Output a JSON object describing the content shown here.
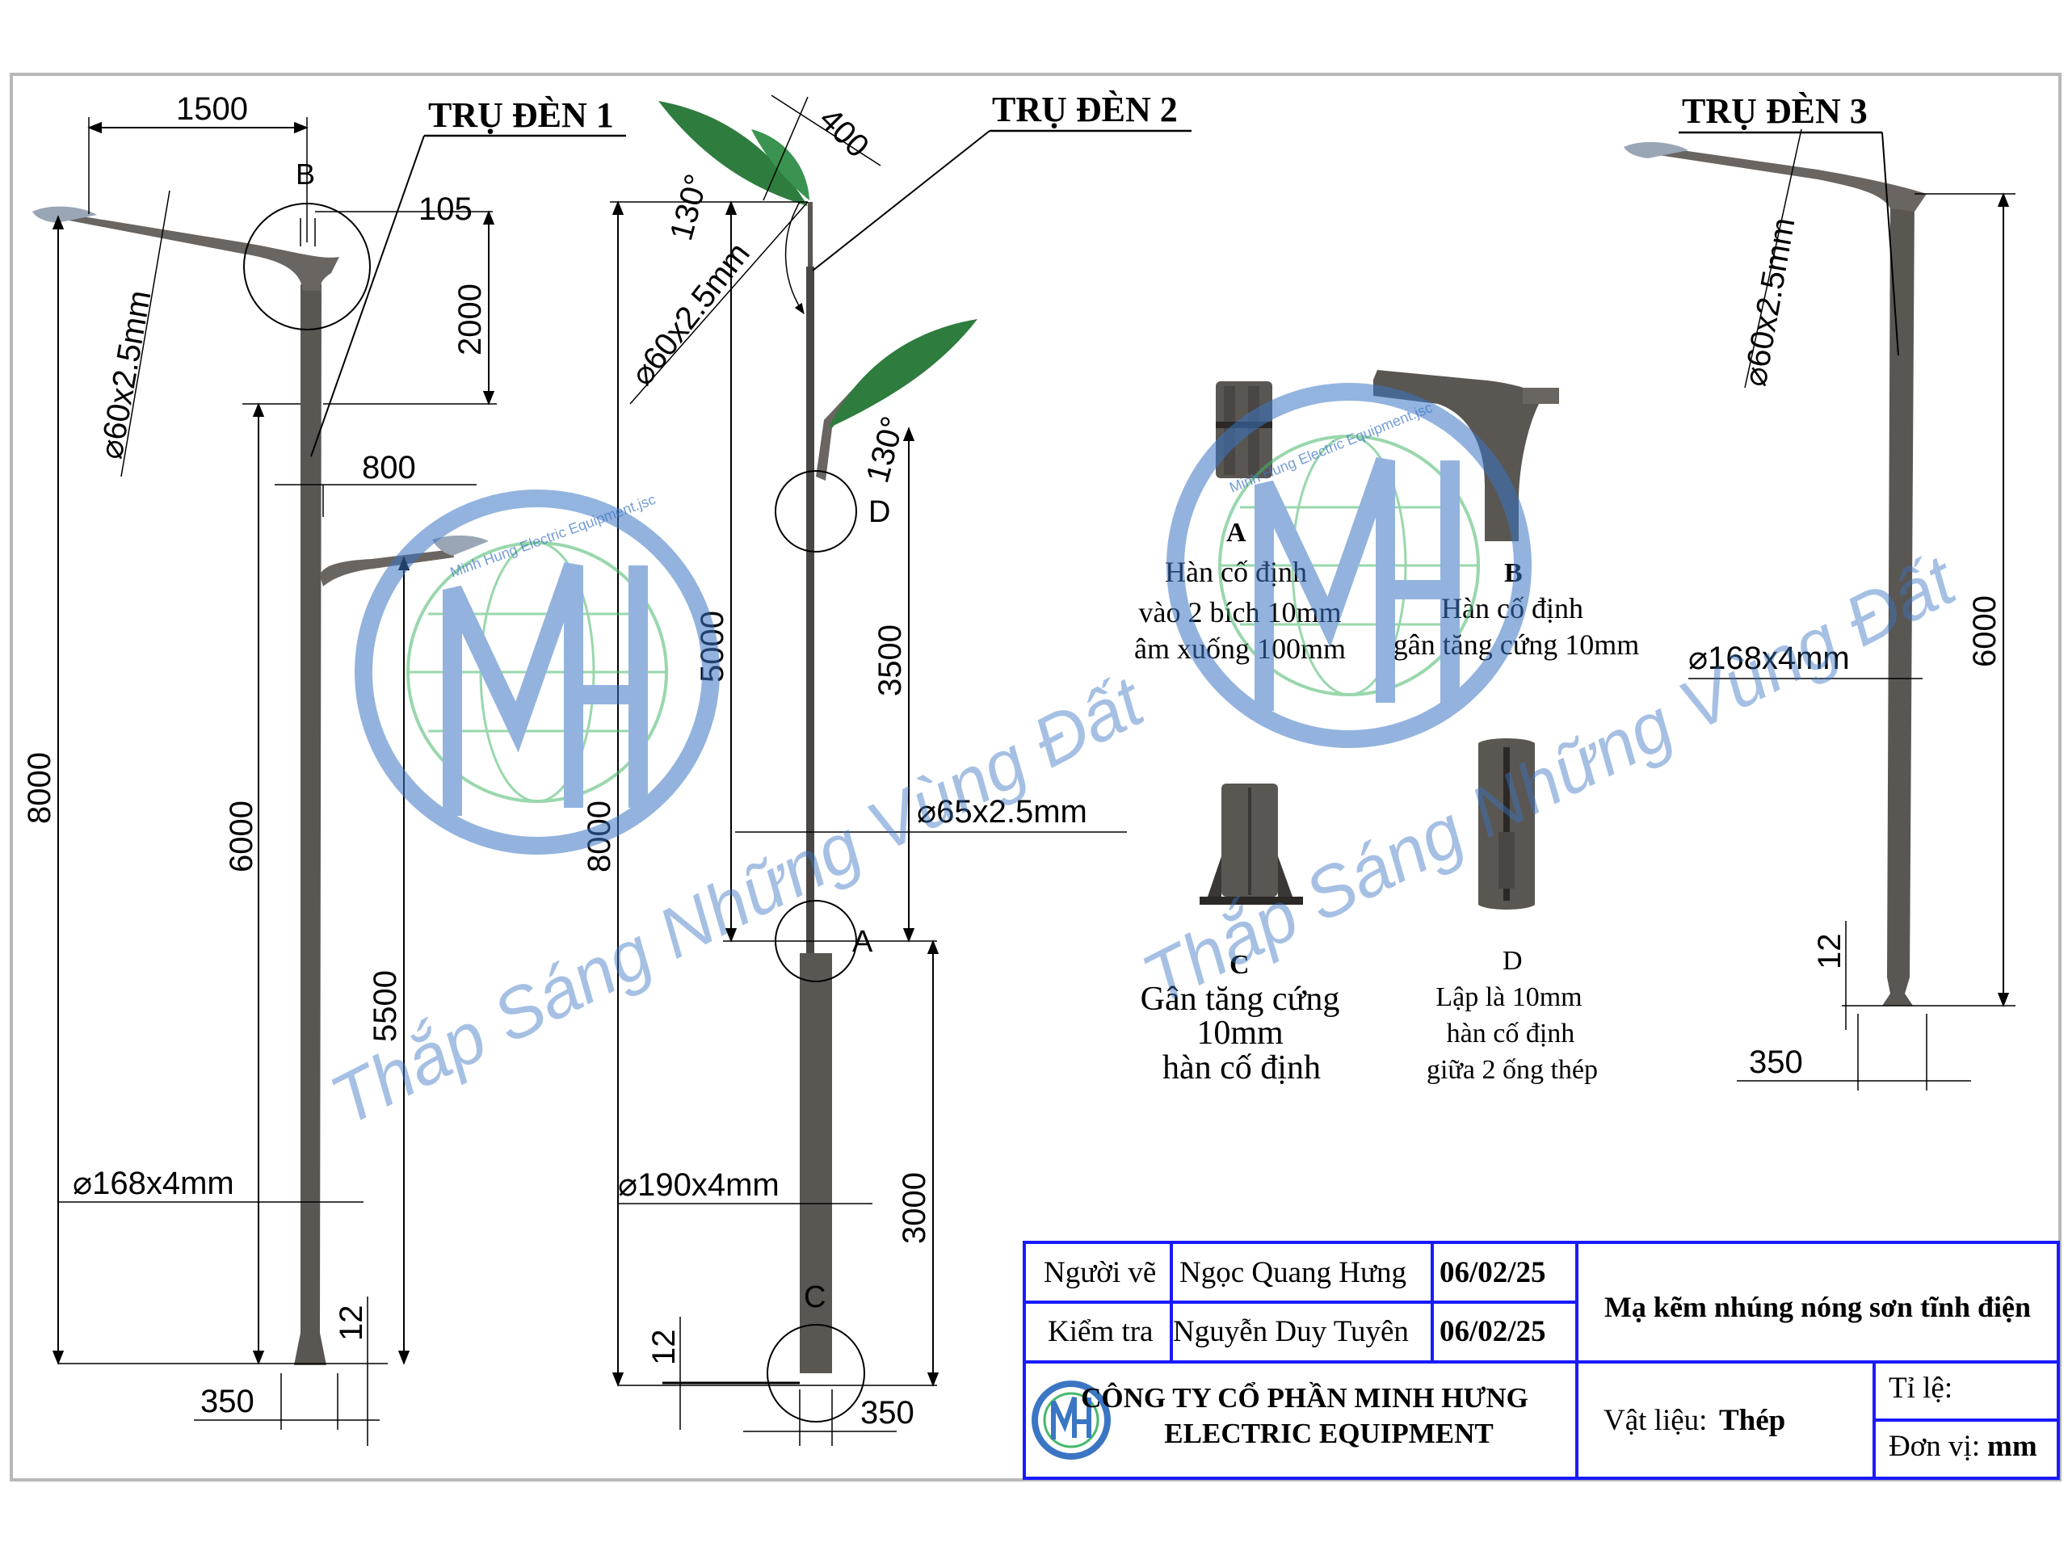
{
  "colors": {
    "pole": "#5a5652",
    "line": "#000000",
    "leaf": "#2e7d3e",
    "frame_blue": "#1a1aff",
    "watermark_blue": "#3b76c4",
    "watermark_green": "#47b86a"
  },
  "poles": {
    "p1": {
      "title": "TRỤ ĐÈN 1",
      "dims": {
        "arm_len": "1500",
        "offset": "105",
        "arm_rise": "2000",
        "arm_pipe": "60x2.5mm",
        "lower_arm": "800",
        "total_h": "8000",
        "mid_h": "6000",
        "low_h": "5500",
        "pipe": "168x4mm",
        "base_gap": "12",
        "base_w": "350",
        "detail_b": "B"
      }
    },
    "p2": {
      "title": "TRỤ ĐÈN 2",
      "dims": {
        "leaf": "400",
        "angle1": "130°",
        "arm_pipe": "60x2.5mm",
        "angle2": "130°",
        "detail_d": "D",
        "upper": "5000",
        "mid": "3500",
        "total": "8000",
        "pipe_small": "65x2.5mm",
        "detail_a": "A",
        "pipe": "190x4mm",
        "lower": "3000",
        "detail_c": "C",
        "base_gap": "12",
        "base_w": "350"
      }
    },
    "p3": {
      "title": "TRỤ ĐÈN 3",
      "dims": {
        "arm_pipe": "60x2.5mm",
        "height": "6000",
        "pipe": "168x4mm",
        "base_gap": "12",
        "base_w": "350"
      }
    }
  },
  "details": {
    "a": {
      "letter": "A",
      "line1": "Hàn cố định",
      "line2": "vào 2 bích 10mm",
      "line3": "âm xuống 100mm"
    },
    "b": {
      "letter": "B",
      "line1": "Hàn cố định",
      "line2": "gân tăng cứng 10mm"
    },
    "c": {
      "letter": "C",
      "line1": "Gân tăng cứng",
      "line2": "10mm",
      "line3": "hàn cố định"
    },
    "d": {
      "letter": "D",
      "line1": "Lập là 10mm",
      "line2": "hàn cố định",
      "line3": "giữa 2 ống thép"
    }
  },
  "watermark": {
    "slogan": "Thắp Sáng Những Vùng Đất",
    "arc_text": "Minh Hung Electric Equipment.jsc"
  },
  "title_block": {
    "drawn_label": "Người vẽ",
    "drawn_name": "Ngọc Quang Hưng",
    "drawn_date": "06/02/25",
    "check_label": "Kiểm tra",
    "check_name": "Nguyễn Duy Tuyên",
    "check_date": "06/02/25",
    "finish": "Mạ kẽm nhúng nóng sơn tĩnh điện",
    "company_line1": "CÔNG TY CỔ PHẦN MINH HƯNG",
    "company_line2": "ELECTRIC EQUIPMENT",
    "material_label": "Vật liệu:",
    "material_value": "Thép",
    "scale_label": "Tỉ lệ:",
    "unit_label": "Đơn vị:",
    "unit_value": "mm"
  }
}
